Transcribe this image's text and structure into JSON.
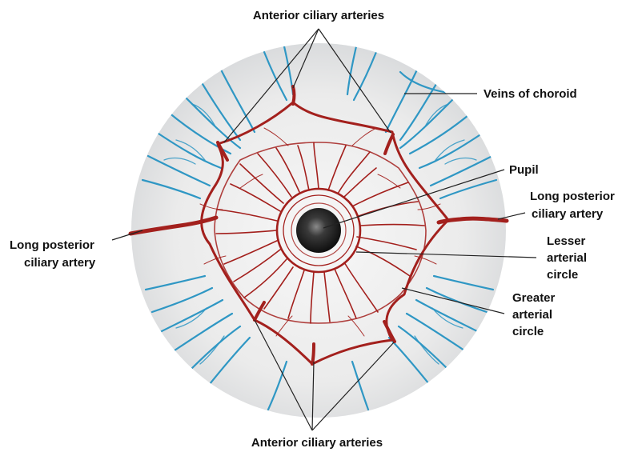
{
  "labels": {
    "anterior_top": "Anterior ciliary arteries",
    "anterior_bottom": "Anterior ciliary arteries",
    "veins": "Veins of choroid",
    "pupil": "Pupil",
    "long_right_line1": "Long posterior",
    "long_right_line2": "ciliary artery",
    "long_left_line1": "Long posterior",
    "long_left_line2": "ciliary artery",
    "lesser_line1": "Lesser",
    "lesser_line2": "arterial",
    "lesser_line3": "circle",
    "greater_line1": "Greater",
    "greater_line2": "arterial",
    "greater_line3": "circle"
  },
  "colors": {
    "background": "#ffffff",
    "globe": "#e9ecef",
    "vein": "#2f97c4",
    "artery": "#a3201d",
    "pupil": "#1a1a1a",
    "leader": "#222222"
  }
}
